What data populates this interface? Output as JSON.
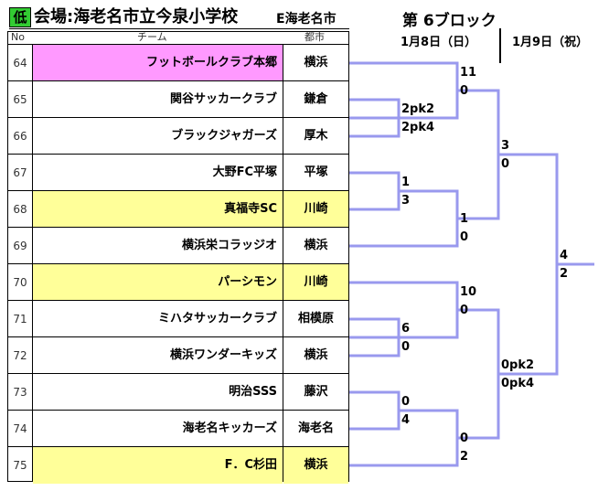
{
  "header": {
    "badge": "低",
    "venue": "会場:海老名市立今泉小学校",
    "venue_city": "E海老名市",
    "block_title": "第 6ブロック",
    "date1": "1月8日（日）",
    "date2": "1月9日（祝）"
  },
  "table": {
    "col_no": "No",
    "col_team": "チーム",
    "col_city": "都市",
    "rows": [
      {
        "no": "64",
        "team": "フットボールクラブ本郷",
        "city": "横浜",
        "highlight": "pink"
      },
      {
        "no": "65",
        "team": "関谷サッカークラブ",
        "city": "鎌倉",
        "highlight": ""
      },
      {
        "no": "66",
        "team": "ブラックジャガーズ",
        "city": "厚木",
        "highlight": ""
      },
      {
        "no": "67",
        "team": "大野FC平塚",
        "city": "平塚",
        "highlight": ""
      },
      {
        "no": "68",
        "team": "真福寺SC",
        "city": "川崎",
        "highlight": "yellow"
      },
      {
        "no": "69",
        "team": "横浜栄コラッジオ",
        "city": "横浜",
        "highlight": ""
      },
      {
        "no": "70",
        "team": "パーシモン",
        "city": "川崎",
        "highlight": "yellow"
      },
      {
        "no": "71",
        "team": "ミハタサッカークラブ",
        "city": "相模原",
        "highlight": ""
      },
      {
        "no": "72",
        "team": "横浜ワンダーキッズ",
        "city": "横浜",
        "highlight": ""
      },
      {
        "no": "73",
        "team": "明治SSS",
        "city": "藤沢",
        "highlight": ""
      },
      {
        "no": "74",
        "team": "海老名キッカーズ",
        "city": "海老名",
        "highlight": ""
      },
      {
        "no": "75",
        "team": "F．C杉田",
        "city": "横浜",
        "highlight": "yellow"
      }
    ]
  },
  "bracket": {
    "line_color": "#9999ee",
    "scores": {
      "r1_65_66_top": "2pk2",
      "r1_65_66_bot": "2pk4",
      "r1_67_68_top": "1",
      "r1_67_68_bot": "3",
      "r1_71_72_top": "6",
      "r1_71_72_bot": "0",
      "r1_73_74_top": "0",
      "r1_73_74_bot": "4",
      "r2_a_top": "11",
      "r2_a_bot": "0",
      "r2_b_top": "1",
      "r2_b_bot": "0",
      "r2_c_top": "10",
      "r2_c_bot": "0",
      "r2_d_top": "0",
      "r2_d_bot": "2",
      "r3_top_top": "3",
      "r3_top_bot": "0",
      "r3_bot_top": "0pk2",
      "r3_bot_bot": "0pk4",
      "final_top": "4",
      "final_bot": "2"
    }
  }
}
